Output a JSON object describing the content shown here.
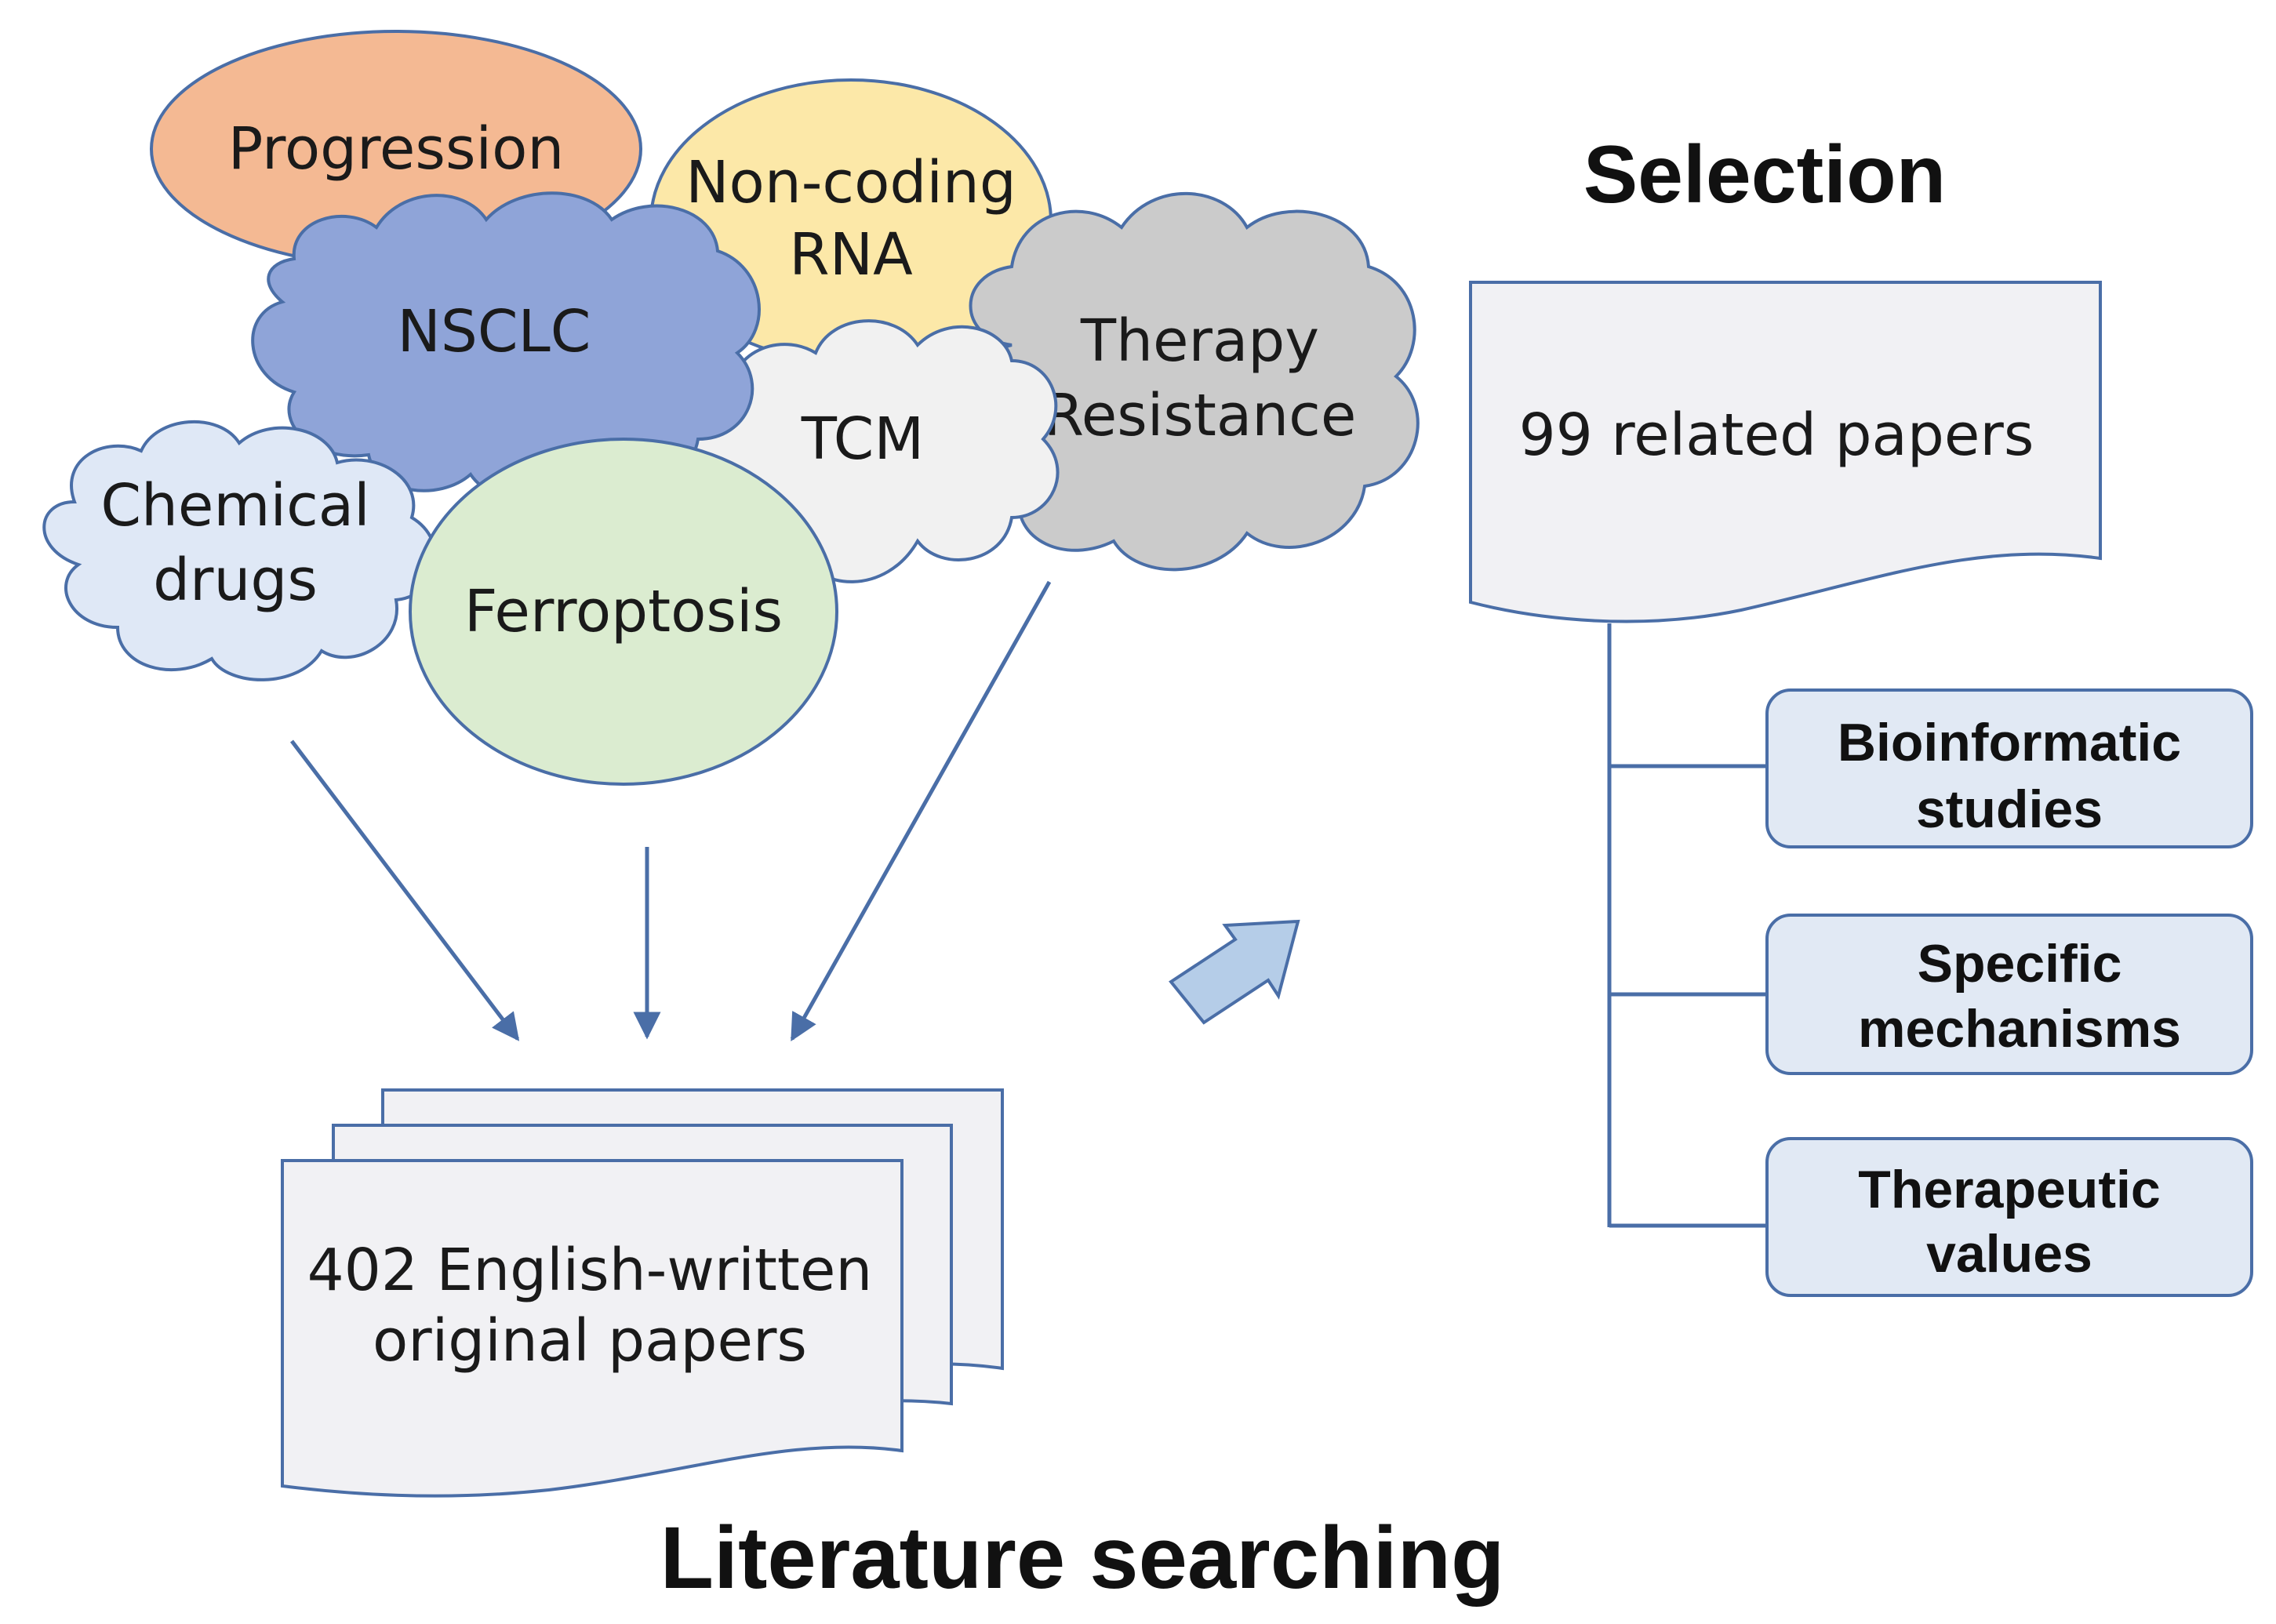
{
  "keywords": {
    "progression": "Progression",
    "non_coding_rna": [
      "Non-coding",
      "RNA"
    ],
    "nsclc": "NSCLC",
    "therapy_resistance": [
      "Therapy",
      "Resistance"
    ],
    "tcm": "TCM",
    "chemical_drugs": [
      "Chemical",
      "drugs"
    ],
    "ferroptosis": "Ferroptosis"
  },
  "search_result": [
    "402 English-written",
    "original papers"
  ],
  "search_heading": "Literature searching",
  "selection_heading": "Selection",
  "selection_result": "99 related papers",
  "categories": [
    [
      "Bioinformatic",
      "studies"
    ],
    [
      "Specific",
      "mechanisms"
    ],
    [
      "Therapeutic",
      "values"
    ]
  ],
  "colors": {
    "progression": "#f4b993",
    "non_coding_rna": "#fce8a8",
    "nsclc": "#8fa4d8",
    "therapy_resistance": "#cbcbcb",
    "tcm": "#f1f1f1",
    "chemical_drugs": "#dfe8f6",
    "ferroptosis": "#dbecd0",
    "outline": "#4a6ea7",
    "arrow": "#5a7db8",
    "category_fill": "#e1e9f4",
    "document_fill": "#f1f1f4"
  }
}
